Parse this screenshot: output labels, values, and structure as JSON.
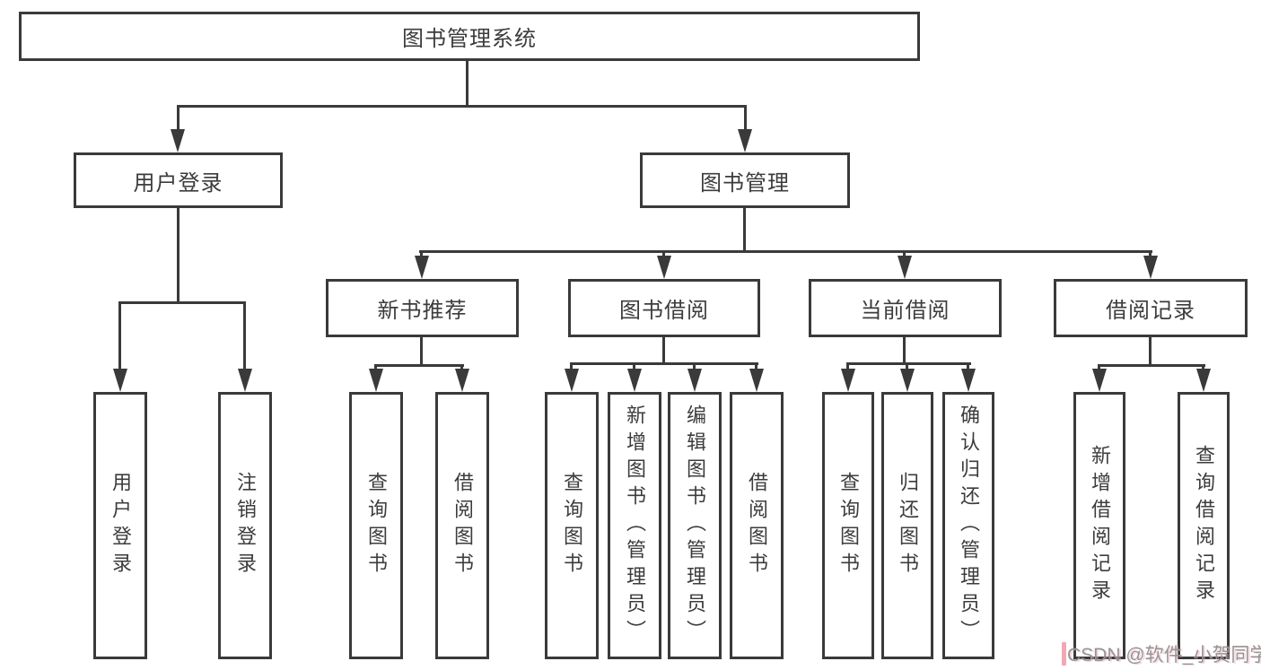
{
  "diagram": {
    "root": {
      "label": "图书管理系统"
    },
    "level1": [
      {
        "label": "用户登录"
      },
      {
        "label": "图书管理"
      }
    ],
    "level2": [
      {
        "label": "新书推荐"
      },
      {
        "label": "图书借阅"
      },
      {
        "label": "当前借阅"
      },
      {
        "label": "借阅记录"
      }
    ],
    "leaves": {
      "user_login": [
        {
          "label": "用户登录"
        },
        {
          "label": "注销登录"
        }
      ],
      "new_book": [
        {
          "label": "查询图书"
        },
        {
          "label": "借阅图书"
        }
      ],
      "book_borrow": [
        {
          "label": "查询图书"
        },
        {
          "label": "新增图书（管理员）"
        },
        {
          "label": "编辑图书（管理员）"
        },
        {
          "label": "借阅图书"
        }
      ],
      "current_borrow": [
        {
          "label": "查询图书"
        },
        {
          "label": "归还图书"
        },
        {
          "label": "确认归还（管理员）"
        }
      ],
      "borrow_record": [
        {
          "label": "新增借阅记录"
        },
        {
          "label": "查询借阅记录"
        }
      ]
    }
  },
  "watermark": {
    "text": "CSDN @软件_小贺同学"
  },
  "colors": {
    "line": "#3a3a3a",
    "text": "#3c3c3c",
    "background": "#ffffff",
    "watermark": "#949494",
    "watermark_pink": "#f2a8b4"
  }
}
